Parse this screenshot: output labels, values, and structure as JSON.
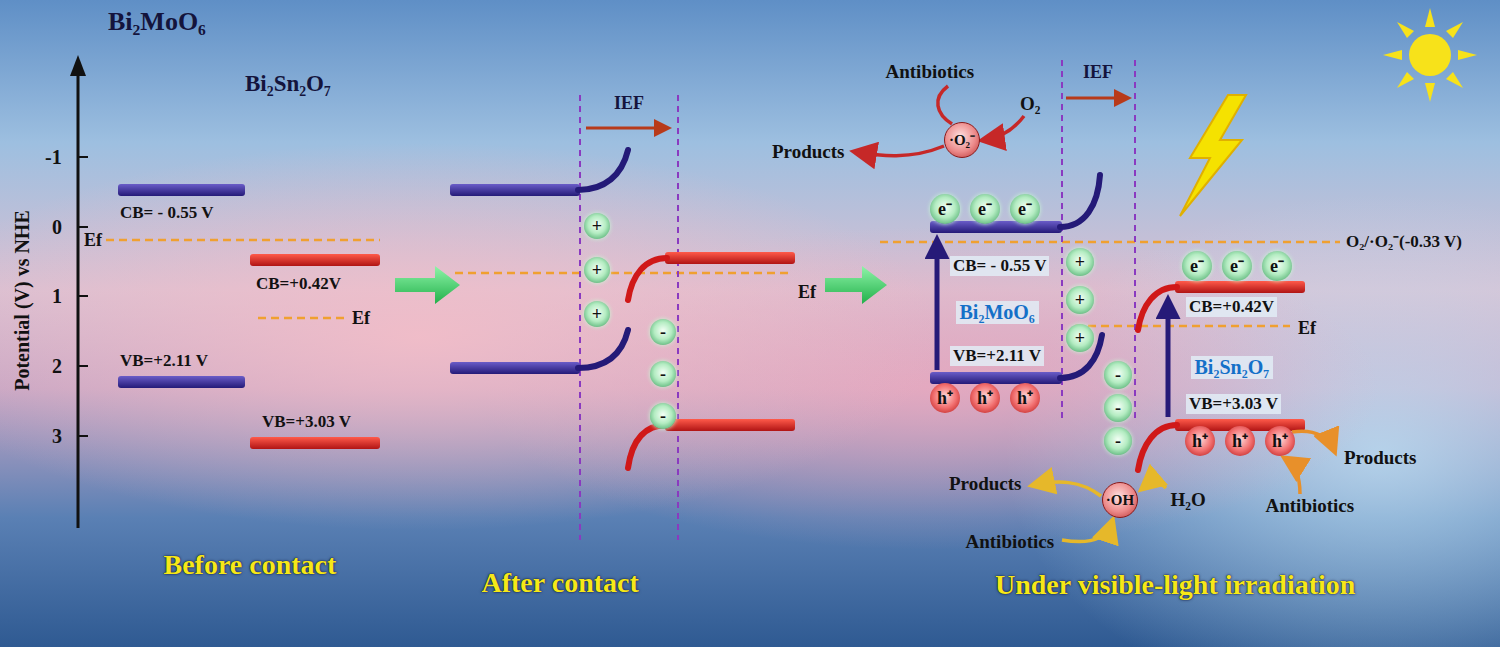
{
  "diagram": {
    "nodes": [
      {
        "text": [
          "+"
        ]
      },
      {
        "text": [
          "+"
        ]
      },
      {
        "text": [
          "+"
        ]
      },
      {
        "text": [
          "-"
        ]
      },
      {
        "text": [
          "-"
        ]
      },
      {
        "text": [
          "-"
        ]
      },
      {
        "text": [
          "·O₂⁻"
        ]
      },
      {
        "text": [
          "e⁻"
        ]
      },
      {
        "text": [
          "e⁻"
        ]
      },
      {
        "text": [
          "e⁻"
        ]
      },
      {
        "text": [
          "+"
        ]
      },
      {
        "text": [
          "+"
        ]
      },
      {
        "text": [
          "+"
        ]
      },
      {
        "text": [
          "e⁻"
        ]
      },
      {
        "text": [
          "e⁻"
        ]
      },
      {
        "text": [
          "e⁻"
        ]
      },
      {
        "text": [
          "-"
        ]
      },
      {
        "text": [
          "-"
        ]
      },
      {
        "text": [
          "-"
        ]
      },
      {
        "text": [
          "h⁺"
        ]
      },
      {
        "text": [
          "h⁺"
        ]
      },
      {
        "text": [
          "h⁺"
        ]
      },
      {
        "text": [
          "h⁺"
        ]
      },
      {
        "text": [
          "h⁺"
        ]
      },
      {
        "text": [
          "h⁺"
        ]
      },
      {
        "text": [
          "·OH"
        ]
      }
    ],
    "labels": [
      "Bi₂MoO₆",
      "Bi₂Sn₂O₇",
      "Potential (V) vs NHE",
      "-1",
      "0",
      "1",
      "2",
      "3",
      "CB= - 0.55 V",
      "Ef",
      "CB=+0.42V",
      "Ef",
      "VB=+2.11 V",
      "VB=+3.03 V",
      "Before contact",
      "IEF",
      "Ef",
      "After contact",
      "Antibiotics",
      "O₂",
      "Products",
      "IEF",
      "O₂/·O₂⁻(-0.33 V)",
      "CB= - 0.55 V",
      "Bi₂MoO₆",
      "CB=+0.42V",
      "Ef",
      "VB=+2.11 V",
      "Bi₂Sn₂O₇",
      "VB=+3.03 V",
      "Products",
      "Products",
      "H₂O",
      "Antibiotics",
      "Antibiotics",
      "Under visible-light irradiation"
    ]
  }
}
